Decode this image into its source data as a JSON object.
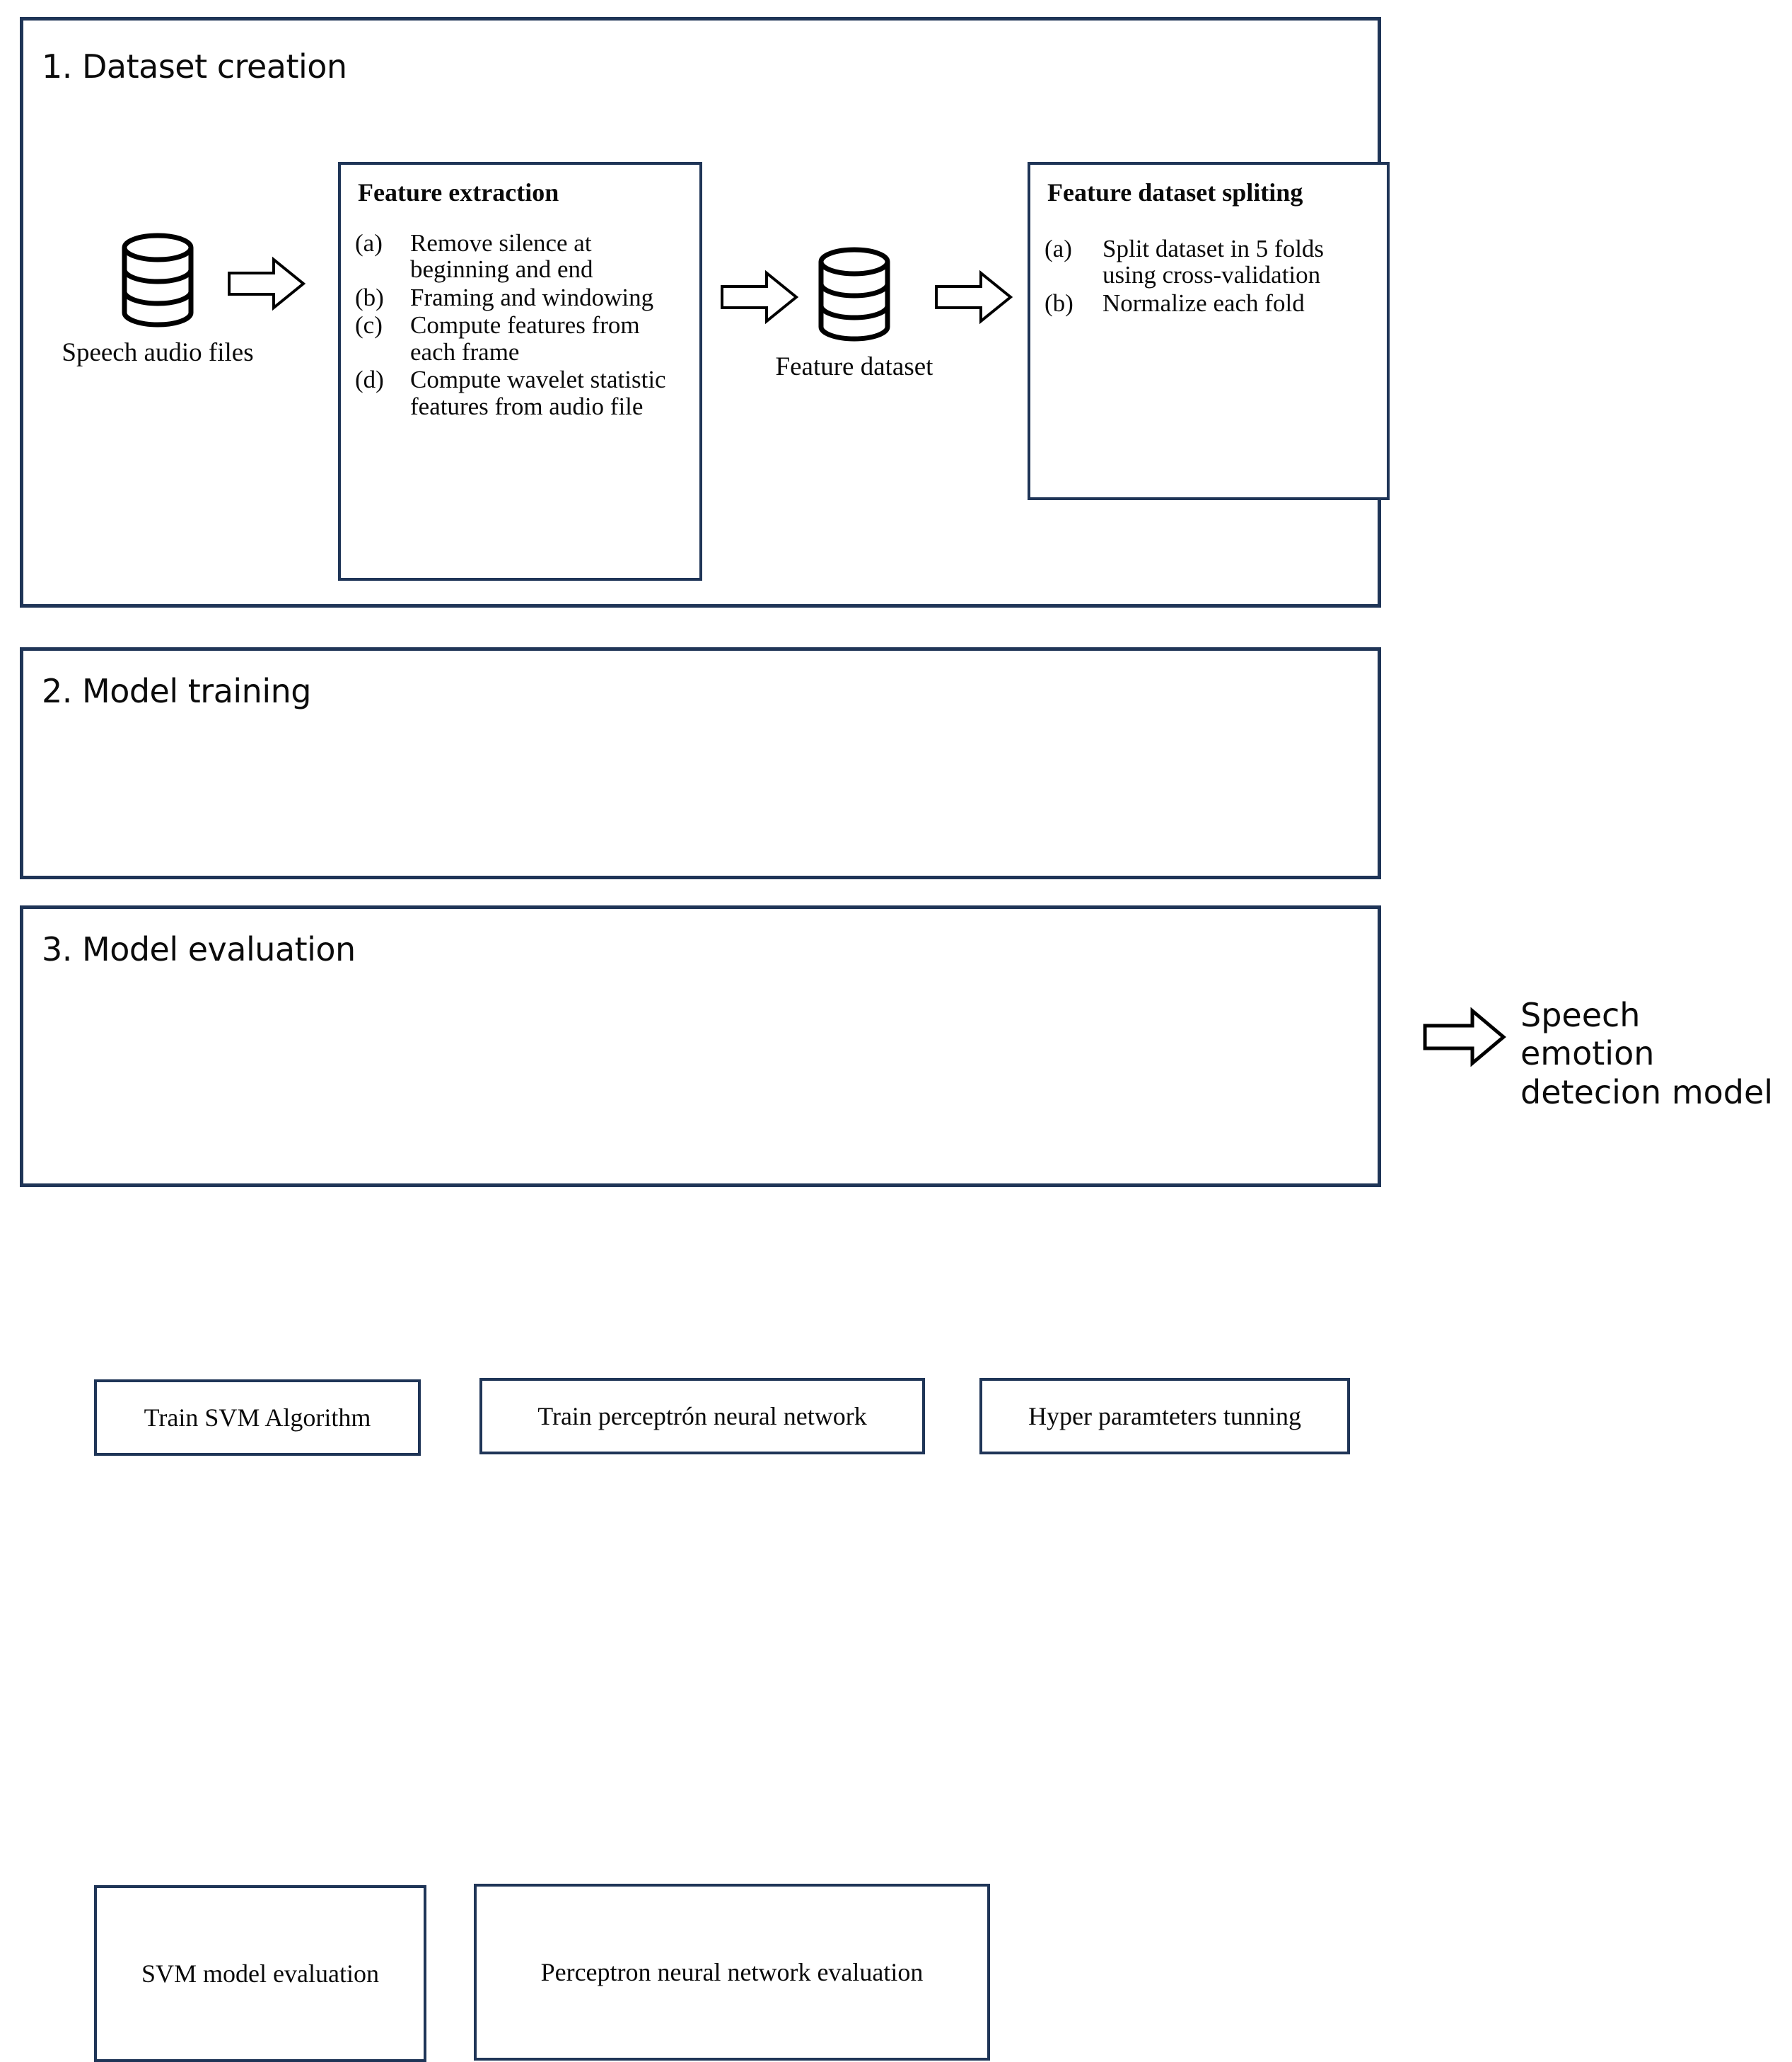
{
  "diagram": {
    "title_font_color": "#0b0b0b",
    "frame_color": "#1f3557",
    "background": "#ffffff",
    "stages": [
      {
        "id": "stage-1",
        "title": "1. Dataset creation"
      },
      {
        "id": "stage-2",
        "title": "2. Model training"
      },
      {
        "id": "stage-3",
        "title": "3. Model evaluation"
      }
    ]
  },
  "stage1": {
    "speech_db": {
      "icon": "database-cylinder-icon",
      "label": "Speech audio files"
    },
    "feature_db": {
      "icon": "database-cylinder-icon",
      "label": "Feature dataset"
    },
    "feature_extraction": {
      "heading": "Feature extraction",
      "items": [
        {
          "marker": "(a)",
          "text": "Remove silence at beginning and end"
        },
        {
          "marker": "(b)",
          "text": "Framing and windowing"
        },
        {
          "marker": "(c)",
          "text": "Compute features from each frame"
        },
        {
          "marker": "(d)",
          "text": "Compute wavelet statistic features from audio file"
        }
      ]
    },
    "dataset_spliting": {
      "heading": "Feature dataset spliting",
      "items": [
        {
          "marker": "(a)",
          "text": "Split dataset in 5 folds using cross-validation"
        },
        {
          "marker": "(b)",
          "text": "Normalize each fold"
        }
      ]
    },
    "arrows": [
      {
        "name": "arrow-speech-to-extraction",
        "icon": "block-arrow-right-icon"
      },
      {
        "name": "arrow-extraction-to-dataset",
        "icon": "block-arrow-right-icon"
      },
      {
        "name": "arrow-dataset-to-spliting",
        "icon": "block-arrow-right-icon"
      }
    ]
  },
  "stage2": {
    "boxes": [
      {
        "label": "Train SVM Algorithm"
      },
      {
        "label": "Train perceptrón neural network"
      },
      {
        "label": "Hyper paramteters tunning"
      }
    ]
  },
  "stage3": {
    "boxes": [
      {
        "label": "SVM model evaluation"
      },
      {
        "label": "Perceptron neural network evaluation"
      }
    ]
  },
  "output": {
    "arrow_icon": "block-arrow-right-icon",
    "line1": "Speech emotion",
    "line2": "detecion model"
  }
}
